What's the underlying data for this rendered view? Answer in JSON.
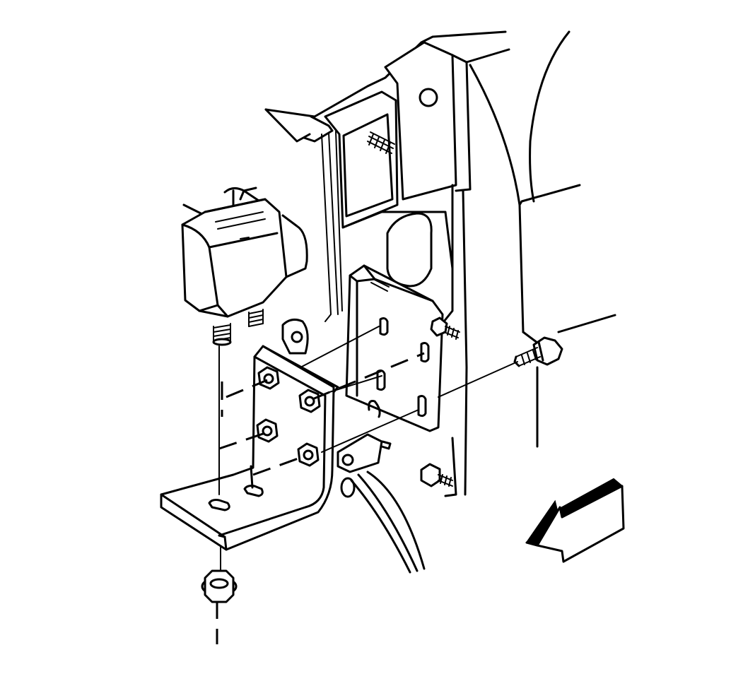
{
  "figure": {
    "kind": "exploded-view line illustration",
    "colors": {
      "line": "#000000",
      "background": "#ffffff"
    },
    "parts": [
      "vehicle-body-panel",
      "wheelhouse-arch",
      "mounting-plate",
      "l-bracket",
      "module-housing",
      "stud-nuts",
      "flange-nut",
      "bolt",
      "front-direction-arrow"
    ]
  }
}
